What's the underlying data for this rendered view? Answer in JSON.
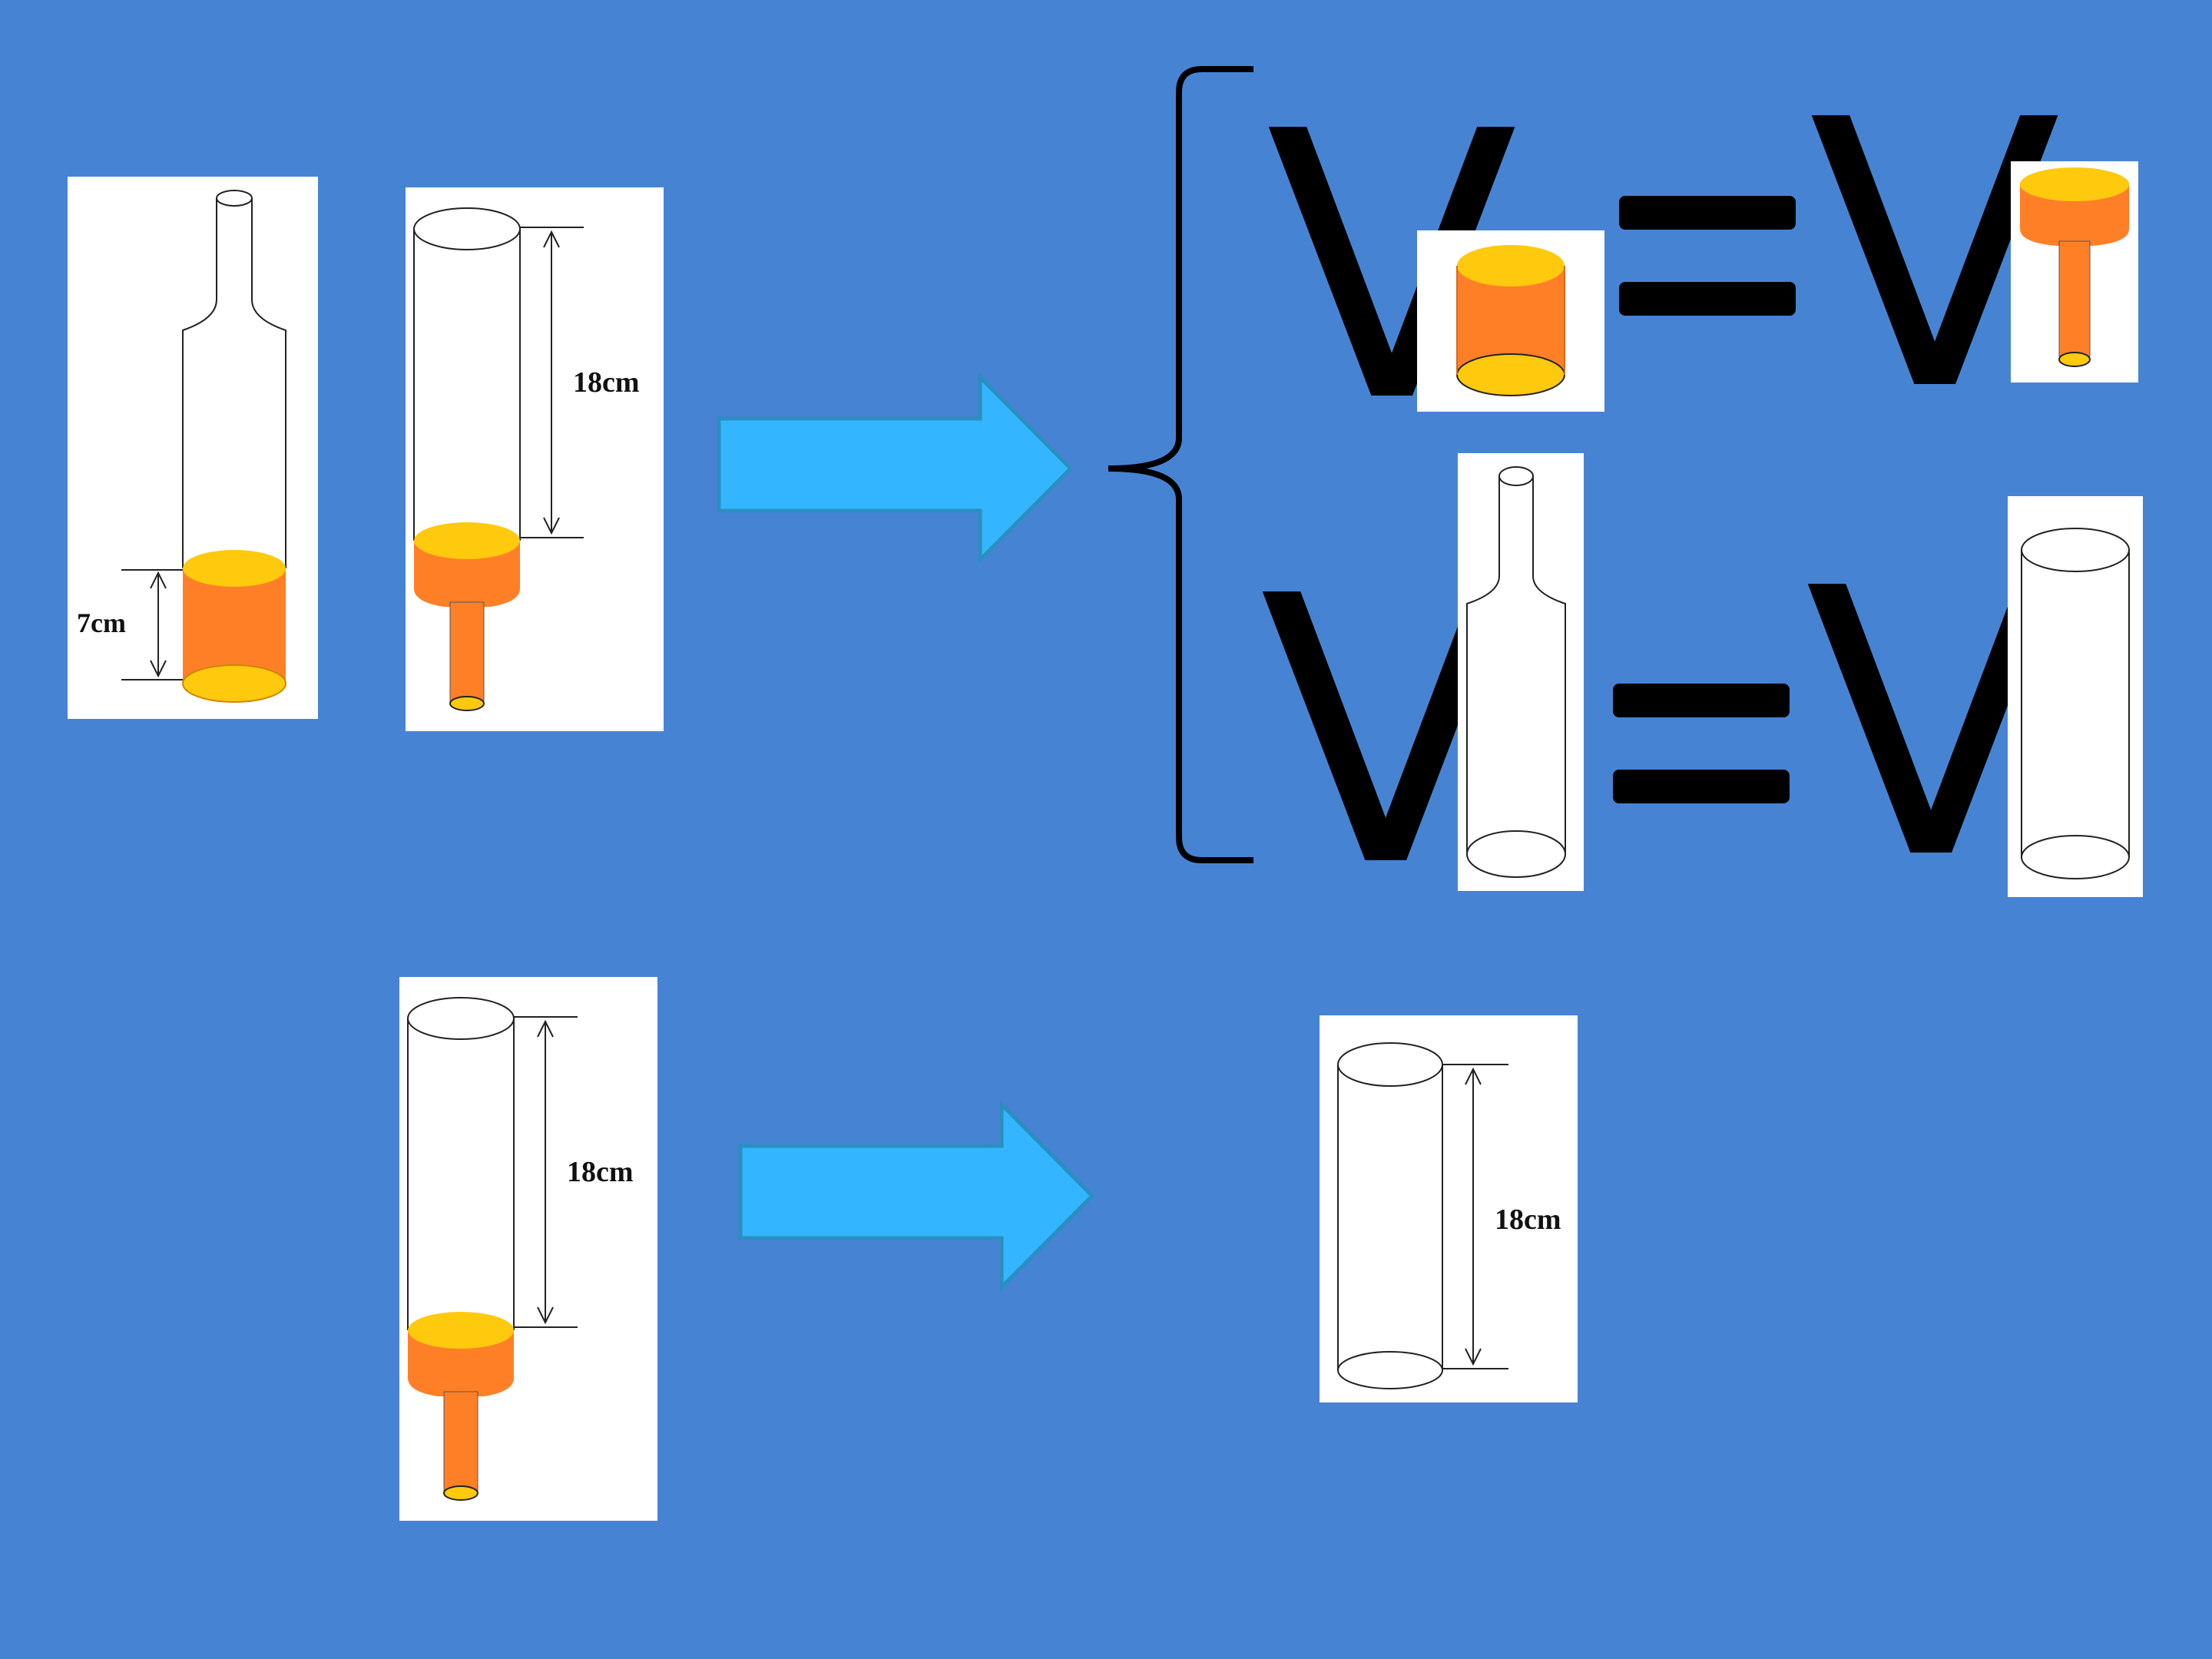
{
  "labels": {
    "bottle_water_height": "7cm",
    "inverted_air_height": "18cm",
    "inverted_air_height_2": "18cm",
    "cylinder_height": "18cm"
  },
  "equations": {
    "row1": {
      "left_symbol": "V",
      "equals": "=",
      "right_symbol": "V"
    },
    "row2": {
      "left_symbol": "V",
      "equals": "=",
      "right_symbol": "V"
    }
  },
  "colors": {
    "background": "#4783d3",
    "arrow": "#33b5ff",
    "liquid_side": "#ff7f27",
    "liquid_top": "#ffc90e"
  },
  "icons": [
    "right-arrow-icon",
    "curly-brace-icon"
  ]
}
